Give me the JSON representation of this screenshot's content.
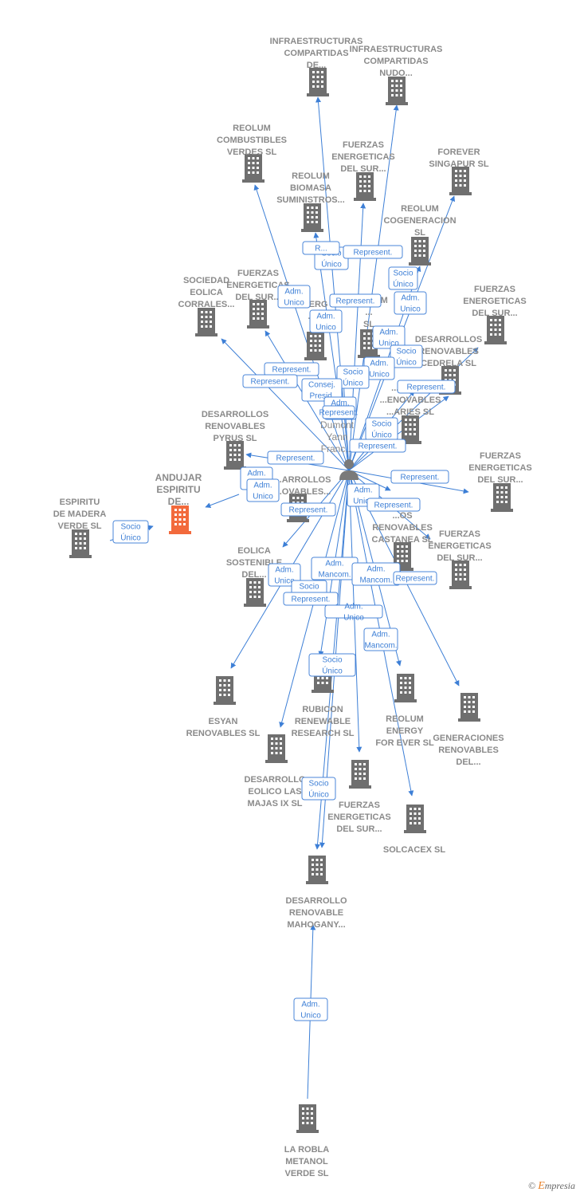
{
  "colors": {
    "edge": "#3d7fd6",
    "building": "#6f6f6f",
    "highlight": "#f26a3c",
    "label": "#8a8a8a"
  },
  "person": {
    "lines": [
      "Dumont",
      "Yann",
      "Franc..."
    ],
    "icon": "person-icon"
  },
  "footer": {
    "copyright": "©",
    "brand_first": "E",
    "brand_rest": "mpresia"
  },
  "companies": [
    {
      "id": "c1",
      "lines": [
        "INFRAESTRUCTURAS",
        "COMPARTIDAS",
        "DE..."
      ]
    },
    {
      "id": "c2",
      "lines": [
        "INFRAESTRUCTURAS",
        "COMPARTIDAS",
        "NUDO..."
      ]
    },
    {
      "id": "c3",
      "lines": [
        "REOLUM",
        "COMBUSTIBLES",
        "VERDES  SL"
      ]
    },
    {
      "id": "c4",
      "lines": [
        "FUERZAS",
        "ENERGETICAS",
        "DEL SUR..."
      ]
    },
    {
      "id": "c5",
      "lines": [
        "FOREVER",
        "SINGAPUR  SL"
      ]
    },
    {
      "id": "c6",
      "lines": [
        "REOLUM",
        "BIOMASA",
        "SUMINISTROS..."
      ]
    },
    {
      "id": "c7",
      "lines": [
        "REOLUM",
        "COGENERACION",
        "SL"
      ]
    },
    {
      "id": "c8",
      "lines": [
        "SOCIEDAD",
        "EOLICA",
        "CORRALES..."
      ]
    },
    {
      "id": "c9",
      "lines": [
        "FUERZAS",
        "ENERGETICAS",
        "DEL SUR..."
      ]
    },
    {
      "id": "c10",
      "lines": [
        "FUERZAS",
        "ENERGETICAS",
        "DEL SUR..."
      ]
    },
    {
      "id": "c11",
      "lines": [
        "DESARROLLOS",
        "RENOVABLES",
        "CEDRELA  SL"
      ]
    },
    {
      "id": "c12",
      "lines": [
        "DESARROLLOS",
        "RENOVABLES",
        "PYRUS  SL"
      ]
    },
    {
      "id": "c13",
      "lines": [
        "FUERZAS",
        "ENERGETICAS",
        "DEL SUR..."
      ]
    },
    {
      "id": "c14",
      "lines": [
        "ANDUJAR",
        "ESPIRITU",
        "DE..."
      ]
    },
    {
      "id": "c15",
      "lines": [
        "ESPIRITU",
        "DE MADERA",
        "VERDE  SL"
      ]
    },
    {
      "id": "c16",
      "lines": [
        "...OS",
        "RENOVABLES",
        "CASTANEA  SL"
      ]
    },
    {
      "id": "c17",
      "lines": [
        "FUERZAS",
        "ENERGETICAS",
        "DEL SUR..."
      ]
    },
    {
      "id": "c18",
      "lines": [
        "EOLICA",
        "SOSTENIBLE",
        "DEL..."
      ]
    },
    {
      "id": "c19",
      "lines": [
        "ESYAN",
        "RENOVABLES SL"
      ]
    },
    {
      "id": "c20",
      "lines": [
        "RUBICON",
        "RENEWABLE",
        "RESEARCH  SL"
      ]
    },
    {
      "id": "c21",
      "lines": [
        "REOLUM",
        "ENERGY",
        "FOR EVER  SL"
      ]
    },
    {
      "id": "c22",
      "lines": [
        "GENERACIONES",
        "RENOVABLES",
        "DEL..."
      ]
    },
    {
      "id": "c23",
      "lines": [
        "DESARROLLO",
        "EOLICO LAS",
        "MAJAS IX  SL"
      ]
    },
    {
      "id": "c24",
      "lines": [
        "FUERZAS",
        "ENERGETICAS",
        "DEL SUR..."
      ]
    },
    {
      "id": "c25",
      "lines": [
        "SOLCACEX  SL"
      ]
    },
    {
      "id": "c26",
      "lines": [
        "DESARROLLO",
        "RENOVABLE",
        "MAHOGANY..."
      ]
    },
    {
      "id": "c27",
      "lines": [
        "LA ROBLA",
        "METANOL",
        "VERDE  SL"
      ]
    },
    {
      "id": "c28",
      "lines": [
        "...ARROLLOS",
        "...OVABLES..."
      ]
    },
    {
      "id": "c29",
      "lines": [
        "REOLUM",
        "...",
        "SL"
      ]
    },
    {
      "id": "c30",
      "lines": [
        "...ERG",
        "...D"
      ]
    },
    {
      "id": "c31",
      "lines": [
        "...ROLLO",
        "...ENOVABLES",
        "...ARIES  SL"
      ]
    }
  ],
  "relations": [
    {
      "lines": [
        "Socio",
        "Único"
      ]
    },
    {
      "lines": [
        "Represent."
      ]
    },
    {
      "lines": [
        "R..."
      ]
    },
    {
      "lines": [
        "Socio",
        "Único"
      ]
    },
    {
      "lines": [
        "Adm.",
        "Unico"
      ]
    },
    {
      "lines": [
        "Represent."
      ]
    },
    {
      "lines": [
        "Adm.",
        "Unico"
      ]
    },
    {
      "lines": [
        "Adm.",
        "Unico"
      ]
    },
    {
      "lines": [
        "Adm.",
        "Unico"
      ]
    },
    {
      "lines": [
        "Socio",
        "Único"
      ]
    },
    {
      "lines": [
        "Adm.",
        "Unico"
      ]
    },
    {
      "lines": [
        "Represent."
      ]
    },
    {
      "lines": [
        "Represent."
      ]
    },
    {
      "lines": [
        "Socio",
        "Único"
      ]
    },
    {
      "lines": [
        "Consej.",
        "Presid."
      ]
    },
    {
      "lines": [
        "Represent."
      ]
    },
    {
      "lines": [
        "Adm.",
        "Unico"
      ]
    },
    {
      "lines": [
        "Socio",
        "Único"
      ]
    },
    {
      "lines": [
        "Represent."
      ]
    },
    {
      "lines": [
        "Represent."
      ]
    },
    {
      "lines": [
        "Adm.",
        "Unico"
      ]
    },
    {
      "lines": [
        "Adm.",
        "Unico"
      ]
    },
    {
      "lines": [
        "Represent."
      ]
    },
    {
      "lines": [
        "Represent."
      ]
    },
    {
      "lines": [
        "Socio",
        "Único"
      ]
    },
    {
      "lines": [
        "Adm.",
        "Unico"
      ]
    },
    {
      "lines": [
        "Represent."
      ]
    },
    {
      "lines": [
        "Adm.",
        "Unico"
      ]
    },
    {
      "lines": [
        "Adm.",
        "Mancom."
      ]
    },
    {
      "lines": [
        "Adm.",
        "Mancom."
      ]
    },
    {
      "lines": [
        "Represent."
      ]
    },
    {
      "lines": [
        "Socio",
        "Único"
      ]
    },
    {
      "lines": [
        "Represent."
      ]
    },
    {
      "lines": [
        "Adm.",
        "Unico"
      ]
    },
    {
      "lines": [
        "Adm.",
        "Mancom."
      ]
    },
    {
      "lines": [
        "Socio",
        "Único"
      ]
    },
    {
      "lines": [
        "Socio",
        "Único"
      ]
    },
    {
      "lines": [
        "Adm.",
        "Unico"
      ]
    },
    {
      "lines": [
        "Represent."
      ]
    }
  ]
}
